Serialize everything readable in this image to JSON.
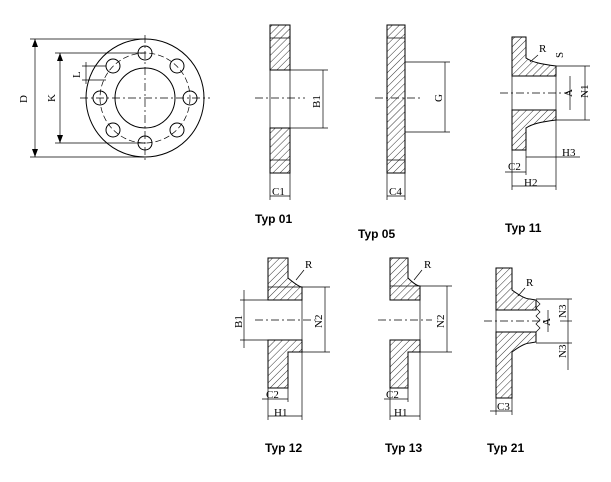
{
  "front_view": {
    "labels": {
      "outer_diameter": "D",
      "bolt_circle": "K",
      "hole": "L"
    }
  },
  "types": [
    {
      "id": "t01",
      "caption": "Typ 01",
      "dims": [
        "B1",
        "C1"
      ]
    },
    {
      "id": "t05",
      "caption": "Typ 05",
      "dims": [
        "G",
        "C4"
      ]
    },
    {
      "id": "t11",
      "caption": "Typ 11",
      "dims": [
        "R",
        "S",
        "N1",
        "A",
        "C2",
        "H3",
        "H2"
      ]
    },
    {
      "id": "t12",
      "caption": "Typ 12",
      "dims": [
        "R",
        "B1",
        "N2",
        "C2",
        "H1"
      ]
    },
    {
      "id": "t13",
      "caption": "Typ 13",
      "dims": [
        "R",
        "N2",
        "C2",
        "H1"
      ]
    },
    {
      "id": "t21",
      "caption": "Typ 21",
      "dims": [
        "R",
        "A",
        "N3",
        "N3",
        "C3"
      ]
    }
  ]
}
